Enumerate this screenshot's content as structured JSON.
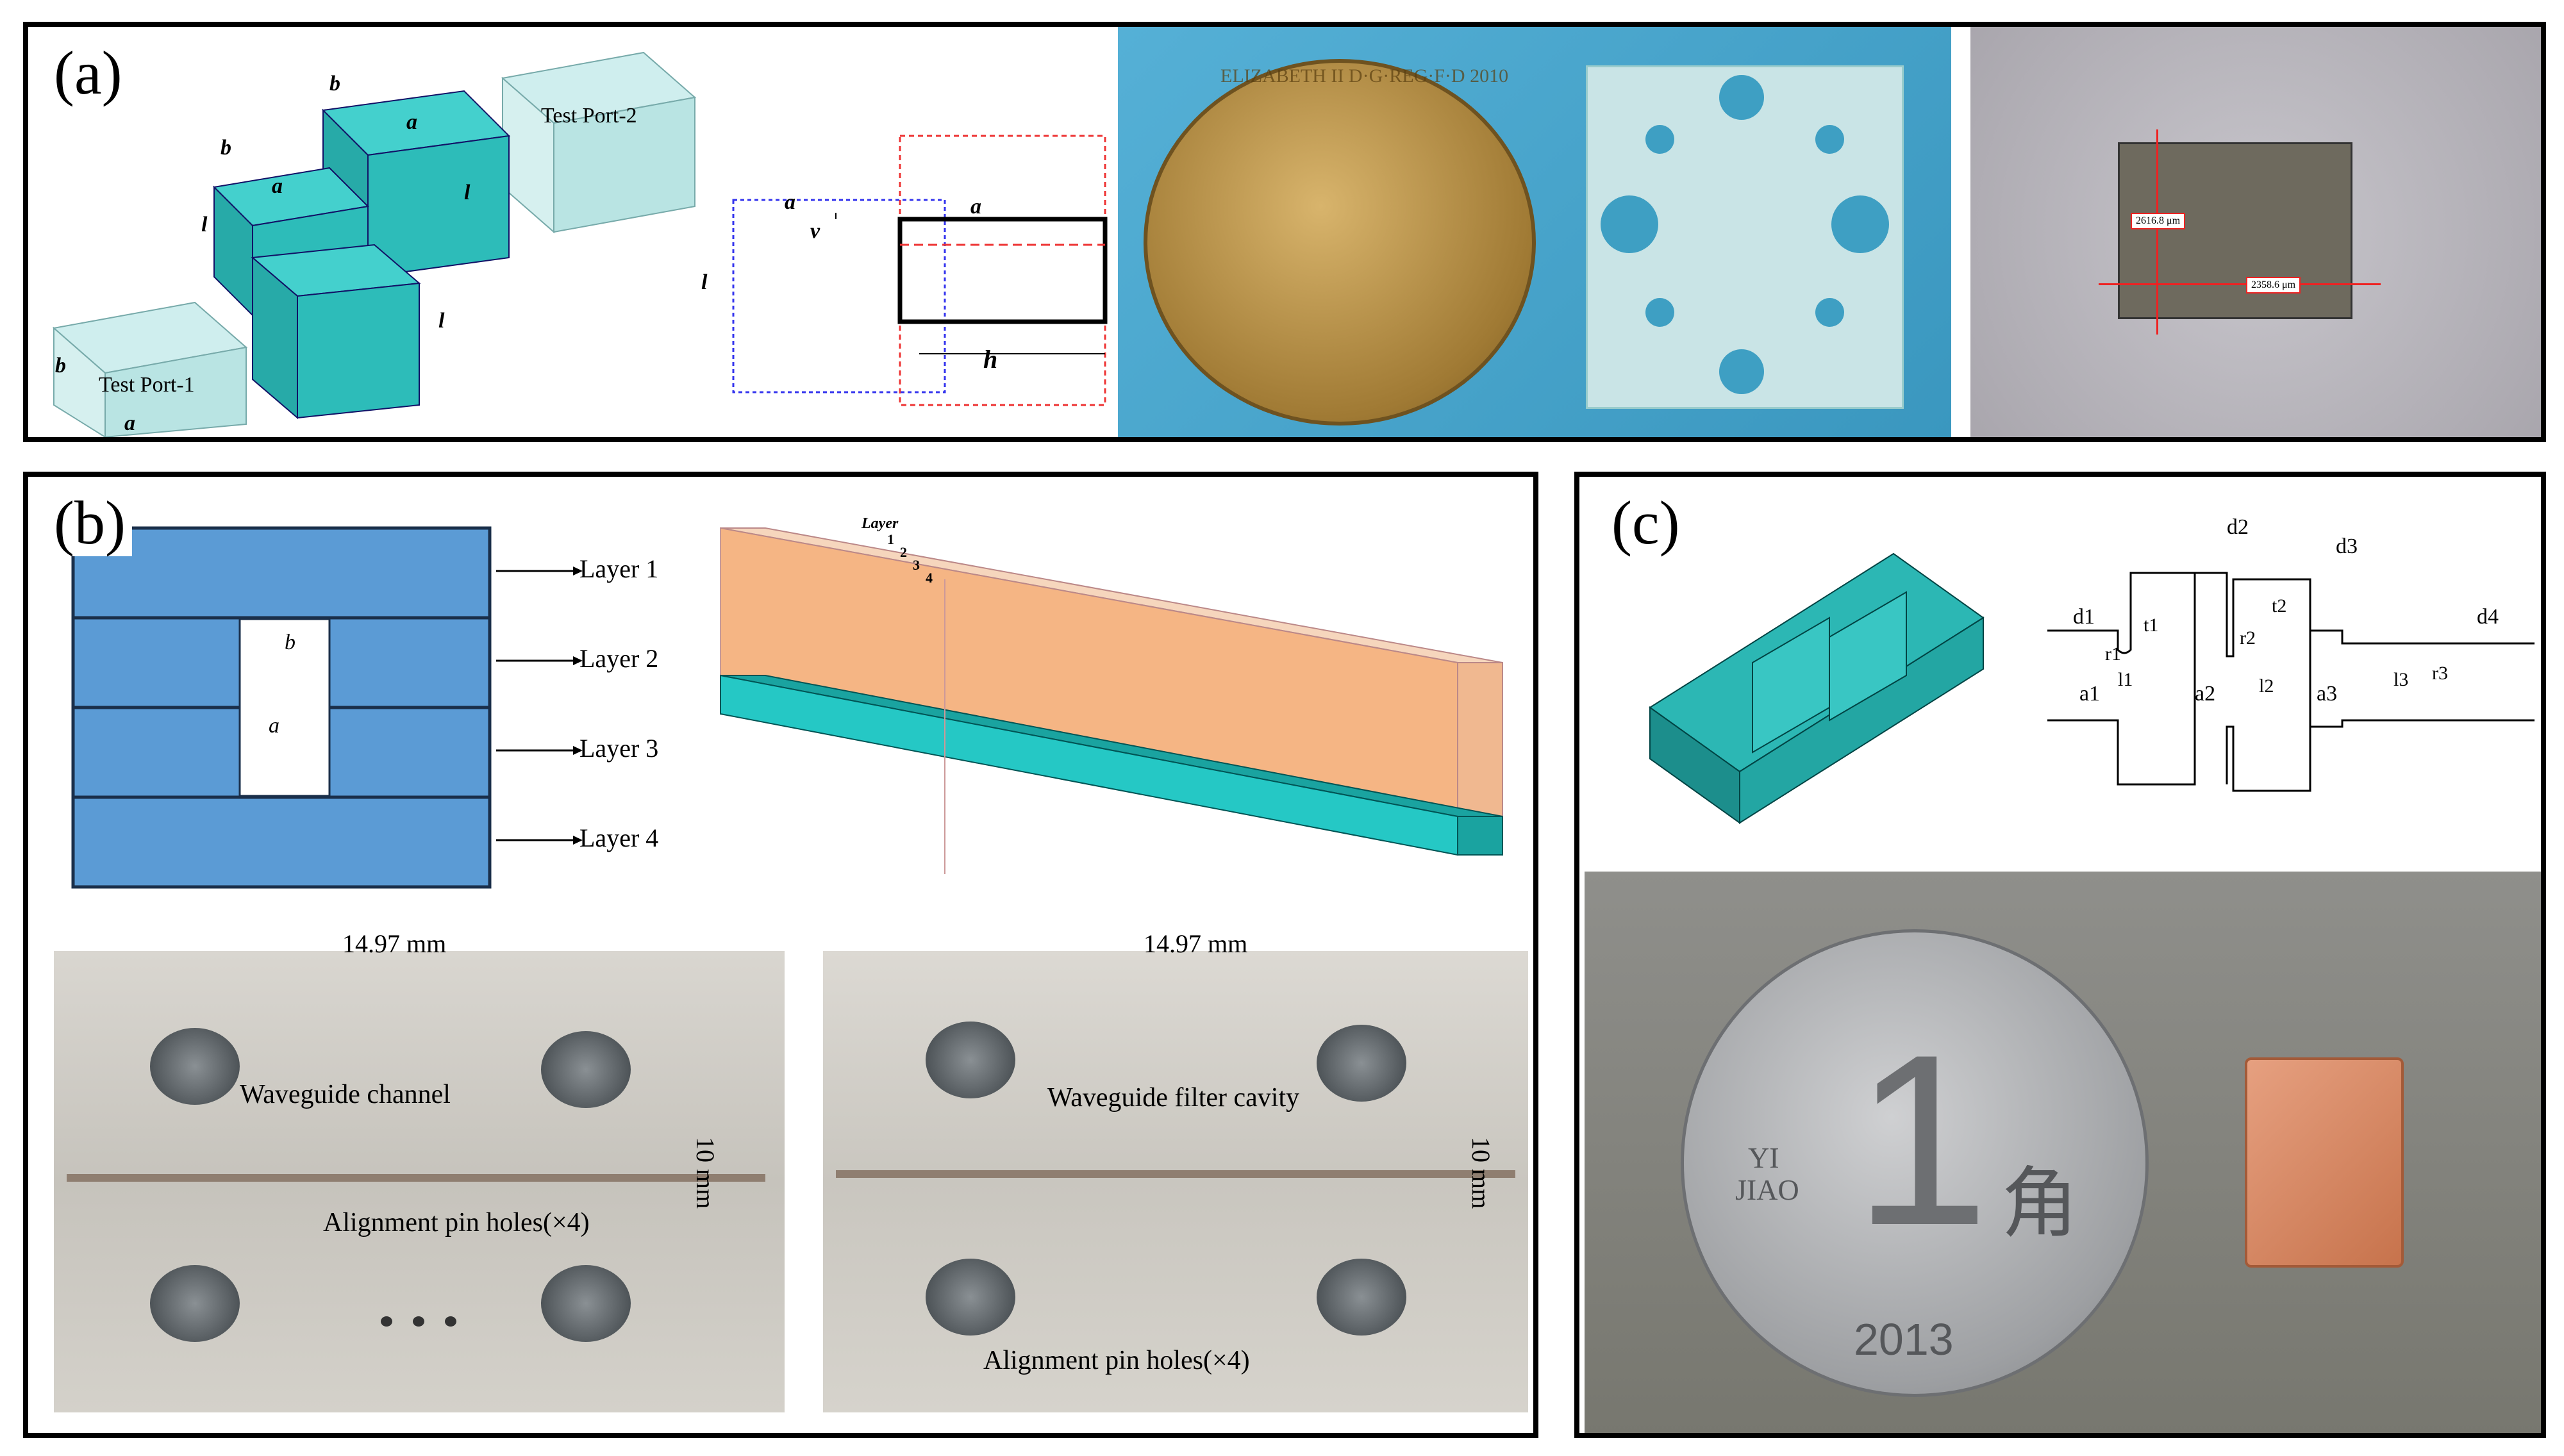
{
  "panel_a": {
    "label": "(a)",
    "test_port_1": "Test Port-1",
    "test_port_2": "Test Port-2",
    "dims_3d": [
      "a",
      "b",
      "a",
      "b",
      "b",
      "a",
      "l",
      "l",
      "l"
    ],
    "dim_2d": [
      "a",
      "v",
      "a",
      "h",
      "l"
    ],
    "coin_text": "ELIZABETH II D·G·REG·F·D 2010",
    "micro_label_1": "2616.8 μm",
    "micro_label_2": "2358.6 μm"
  },
  "panel_b": {
    "label": "(b)",
    "layers": [
      "Layer 1",
      "Layer 2",
      "Layer 3",
      "Layer 4"
    ],
    "dim_b": "b",
    "dim_a": "a",
    "layer_word": "Layer",
    "layer_nums": [
      "1",
      "2",
      "3",
      "4"
    ],
    "photo_left": {
      "width_label": "14.97 mm",
      "height_label": "10 mm",
      "channel_label": "Waveguide channel",
      "pins_label": "Alignment pin holes(×4)"
    },
    "photo_right": {
      "width_label": "14.97 mm",
      "height_label": "10 mm",
      "cavity_label": "Waveguide filter cavity",
      "pins_label": "Alignment pin holes(×4)"
    }
  },
  "panel_c": {
    "label": "(c)",
    "dims": [
      "d1",
      "d2",
      "d3",
      "d4",
      "t1",
      "t2",
      "r1",
      "r2",
      "r3",
      "a1",
      "a2",
      "a3",
      "l1",
      "l2",
      "l3"
    ],
    "coin_text_1": "1",
    "coin_text_2": "YI",
    "coin_text_3": "JIAO",
    "coin_text_4": "角",
    "coin_year": "2013"
  },
  "colors": {
    "teal": "#22c6c4",
    "blue_block": "#5b9bd5",
    "orange_box": "#f2a86a",
    "photo_bg_a": "#3f9fc4",
    "copper": "#d98a64"
  }
}
